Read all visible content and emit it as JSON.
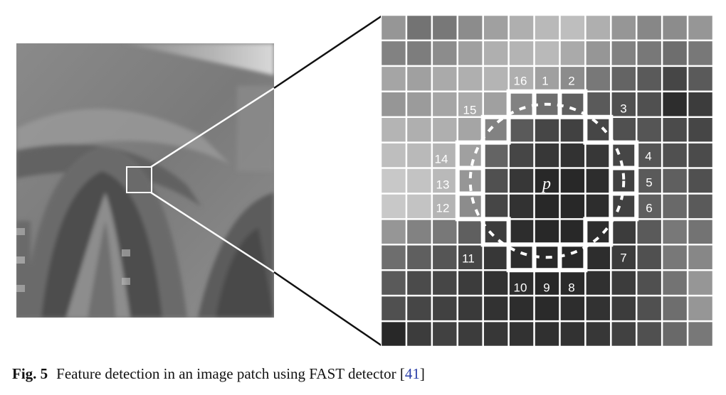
{
  "figure": {
    "points": [
      {
        "id": "1",
        "label": "1"
      },
      {
        "id": "2",
        "label": "2"
      },
      {
        "id": "3",
        "label": "3"
      },
      {
        "id": "4",
        "label": "4"
      },
      {
        "id": "5",
        "label": "5"
      },
      {
        "id": "6",
        "label": "6"
      },
      {
        "id": "7",
        "label": "7"
      },
      {
        "id": "8",
        "label": "8"
      },
      {
        "id": "9",
        "label": "9"
      },
      {
        "id": "10",
        "label": "10"
      },
      {
        "id": "11",
        "label": "11"
      },
      {
        "id": "12",
        "label": "12"
      },
      {
        "id": "13",
        "label": "13"
      },
      {
        "id": "14",
        "label": "14"
      },
      {
        "id": "15",
        "label": "15"
      },
      {
        "id": "16",
        "label": "16"
      }
    ],
    "center_label": "p"
  },
  "caption": {
    "label": "Fig. 5",
    "text": "Feature detection in an image patch using FAST detector [",
    "ref": "41",
    "end": "]"
  },
  "colors": {
    "ref_link": "#2a3ea8",
    "grid_line": "#ffffff"
  }
}
